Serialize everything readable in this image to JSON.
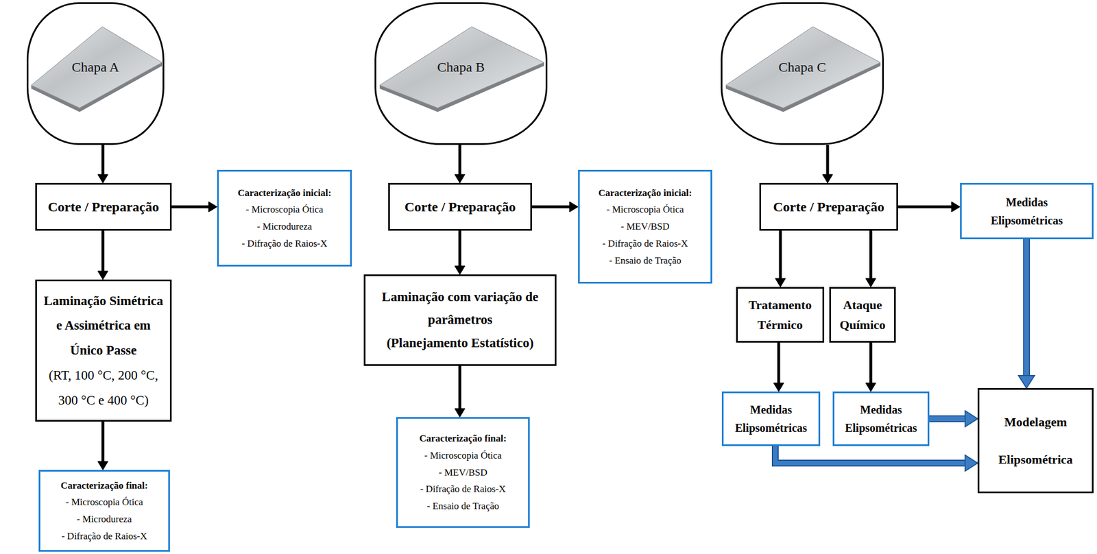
{
  "diagram": {
    "nodes": [
      {
        "text": [
          "Chapa A"
        ]
      },
      {
        "text": [
          "Corte / Preparação"
        ]
      },
      {
        "text": [
          "Caracterização inicial:",
          "- Microscopia Ótica",
          "- Microdureza",
          "- Difração de Raios-X"
        ]
      },
      {
        "text": [
          "Laminação Simétrica e Assimétrica em Único Passe",
          "(RT, 100 °C, 200 °C, 300 °C e 400 °C)"
        ]
      },
      {
        "text": [
          "Caracterização final:",
          "- Microscopia Ótica",
          "- Microdureza",
          "- Difração de Raios-X"
        ]
      },
      {
        "text": [
          "Chapa B"
        ]
      },
      {
        "text": [
          "Corte / Preparação"
        ]
      },
      {
        "text": [
          "Caracterização inicial:",
          "- Microscopia Ótica",
          "- MEV/BSD",
          "- Difração de Raios-X",
          "- Ensaio de Tração"
        ]
      },
      {
        "text": [
          "Laminação com variação de parâmetros",
          "(Planejamento Estatístico)"
        ]
      },
      {
        "text": [
          "Caracterização final:",
          "- Microscopia Ótica",
          "- MEV/BSD",
          "- Difração de Raios-X",
          "- Ensaio de Tração"
        ]
      },
      {
        "text": [
          "Chapa C"
        ]
      },
      {
        "text": [
          "Corte / Preparação"
        ]
      },
      {
        "text": [
          "Medidas Elipsométricas"
        ]
      },
      {
        "text": [
          "Tratamento Térmico"
        ]
      },
      {
        "text": [
          "Ataque Químico"
        ]
      },
      {
        "text": [
          "Medidas Elipsométricas"
        ]
      },
      {
        "text": [
          "Medidas Elipsométricas"
        ]
      },
      {
        "text": [
          "Modelagem Elipsométrica"
        ]
      }
    ],
    "edges": [
      {
        "from": 0,
        "to": 1,
        "arrow": "to"
      },
      {
        "from": 1,
        "to": 2,
        "arrow": "to"
      },
      {
        "from": 1,
        "to": 3,
        "arrow": "to"
      },
      {
        "from": 3,
        "to": 4,
        "arrow": "to"
      },
      {
        "from": 5,
        "to": 6,
        "arrow": "to"
      },
      {
        "from": 6,
        "to": 7,
        "arrow": "to"
      },
      {
        "from": 6,
        "to": 8,
        "arrow": "to"
      },
      {
        "from": 8,
        "to": 9,
        "arrow": "to"
      },
      {
        "from": 10,
        "to": 11,
        "arrow": "to"
      },
      {
        "from": 11,
        "to": 12,
        "arrow": "to"
      },
      {
        "from": 11,
        "to": 13,
        "arrow": "to"
      },
      {
        "from": 11,
        "to": 14,
        "arrow": "to"
      },
      {
        "from": 13,
        "to": 15,
        "arrow": "to"
      },
      {
        "from": 14,
        "to": 16,
        "arrow": "to"
      },
      {
        "from": 12,
        "to": 17,
        "arrow": "to"
      },
      {
        "from": 16,
        "to": 17,
        "arrow": "to"
      },
      {
        "from": 15,
        "to": 17,
        "arrow": "to"
      }
    ]
  }
}
